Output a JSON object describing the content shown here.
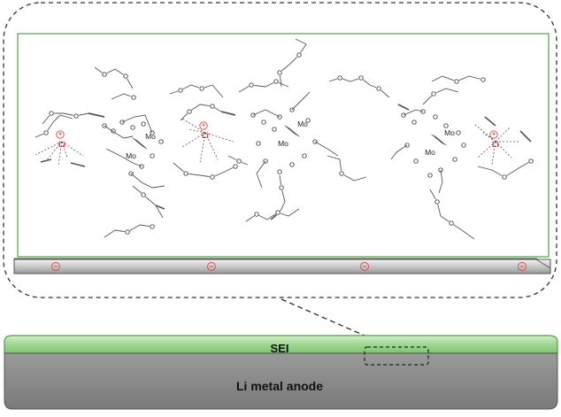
{
  "labels": {
    "sei": "SEI",
    "anode": "Li metal anode",
    "molybdenum": "Mo",
    "oxygen": "O",
    "lithium": "Li",
    "lithium_charge": "+",
    "surface_charge": "−"
  },
  "colors": {
    "sei_green": "#6cbf5e",
    "sei_fill": "#a6d99b",
    "inner_frame_green": "#4f9e46",
    "anode_gray": "#8a8a8a",
    "lithium_red": "#e04444",
    "bond_gray": "#555555"
  }
}
